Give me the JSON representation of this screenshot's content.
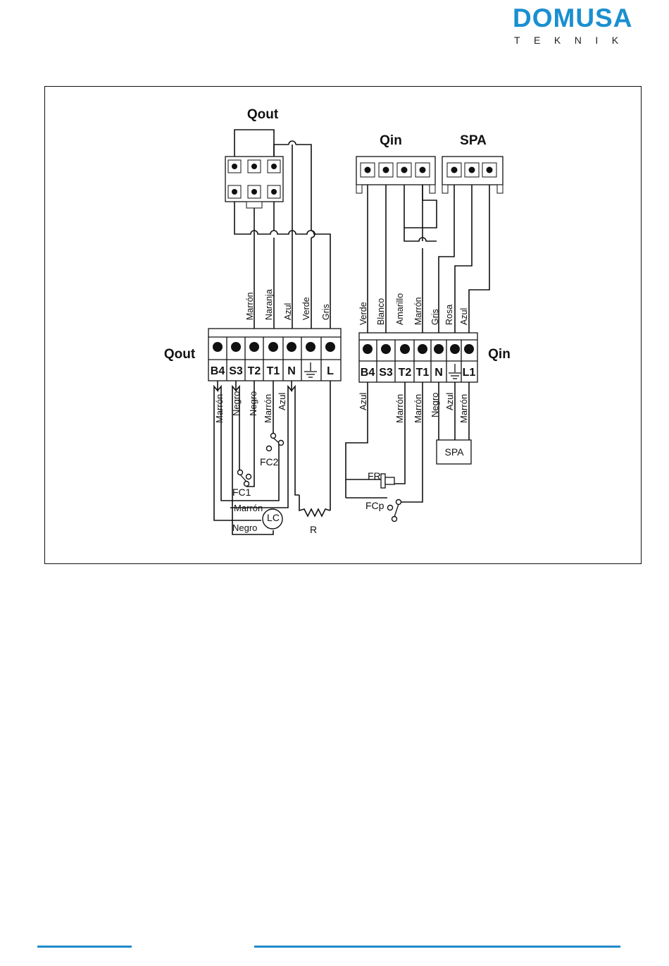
{
  "logo": {
    "wordmark": "DOMUSA",
    "subtitle": "TEKNIK",
    "color": "#1a8fd0"
  },
  "labels": {
    "qout_top": "Qout",
    "qin_top": "Qin",
    "spa_top": "SPA",
    "qout_side": "Qout",
    "qin_side": "Qin",
    "fr": "FR",
    "fcp": "FCp",
    "fc1": "FC1",
    "fc2": "FC2",
    "lc": "LC",
    "r": "R",
    "spa_box": "SPA"
  },
  "qout_terminals": [
    "B4",
    "S3",
    "T2",
    "T1",
    "N",
    "earth",
    "L"
  ],
  "qin_terminals": [
    "B4",
    "S3",
    "T2",
    "T1",
    "N",
    "earth",
    "L1"
  ],
  "qout_top_wires": [
    "Marrón",
    "Naranja",
    "Azul",
    "Verde",
    "Gris"
  ],
  "qin_top_wires": [
    "Verde",
    "Blanco",
    "Amarillo",
    "Marrón",
    "Gris",
    "Rosa",
    "Azul"
  ],
  "qout_bottom_wires": [
    "Marrón",
    "Negro",
    "Negro",
    "Marrón",
    "Azul"
  ],
  "qin_bottom_wires": [
    "Azul",
    "Marrón",
    "Marrón",
    "Negro",
    "Azul",
    "Marrón"
  ],
  "lc_wires": [
    "Marrón",
    "Negro"
  ],
  "footer_color": "#1f8bc9"
}
